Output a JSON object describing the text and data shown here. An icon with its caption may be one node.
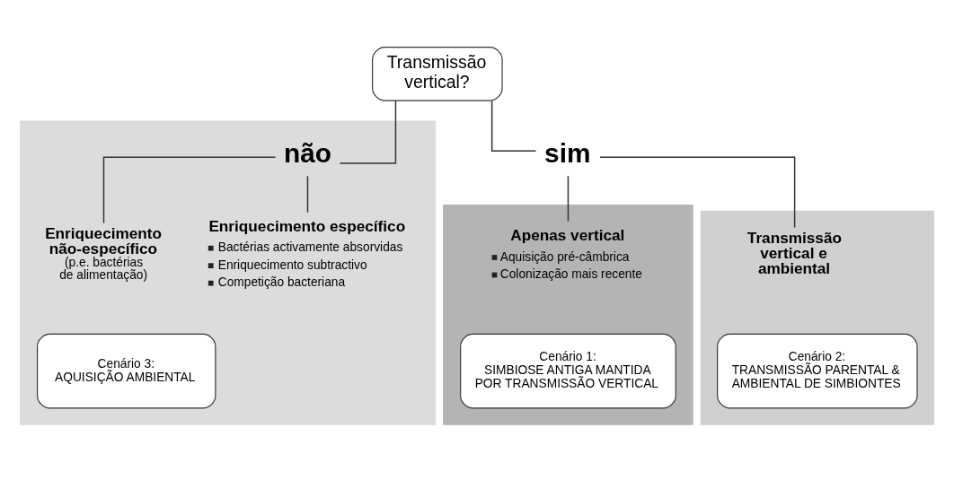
{
  "diagram": {
    "nodes": [
      {
        "text": [
          "Transmissão vertical?"
        ]
      },
      {
        "text": [],
        "shape": "band"
      },
      {
        "text": [],
        "shape": "band"
      },
      {
        "text": [],
        "shape": "band"
      },
      {
        "text": [
          "sim"
        ]
      },
      {
        "text": [
          "Apenas vertical",
          "Aquisição pré-câmbrica",
          "Colonização mais recente"
        ],
        "in": 1
      },
      {
        "text": [
          "Cenário 1:",
          "SIMBIOSE ANTIGA MANTIDA POR TRANSMISSÃO VERTICAL"
        ],
        "in": 1
      },
      {
        "text": [
          "Transmissão vertical e ambiental"
        ],
        "in": 2
      },
      {
        "text": [
          "Cenário 2:",
          "TRANSMISSÃO PARENTAL & AMBIENTAL DE SIMBIONTES"
        ],
        "in": 2
      },
      {
        "text": [
          "não"
        ],
        "in": 3
      },
      {
        "text": [
          "Enriquecimento não-específico",
          "(p.e. bactérias de alimentação)"
        ],
        "in": 3
      },
      {
        "text": [
          "Enriquecimento específico",
          "Bactérias activamente absorvidas",
          "Enriquecimento subtractivo",
          "Competição bacteriana"
        ],
        "in": 3
      },
      {
        "text": [
          "Cenário 3:",
          "AQUISIÇÃO AMBIENTAL"
        ],
        "in": 3
      }
    ],
    "edges": [
      {
        "from": 0,
        "to": 4,
        "arrow": "none"
      },
      {
        "from": 0,
        "to": 9,
        "arrow": "none"
      },
      {
        "from": 4,
        "to": 5,
        "arrow": "none"
      },
      {
        "from": 4,
        "to": 7,
        "arrow": "none"
      },
      {
        "from": 9,
        "to": 10,
        "arrow": "none"
      },
      {
        "from": 9,
        "to": 11,
        "arrow": "none"
      }
    ]
  }
}
